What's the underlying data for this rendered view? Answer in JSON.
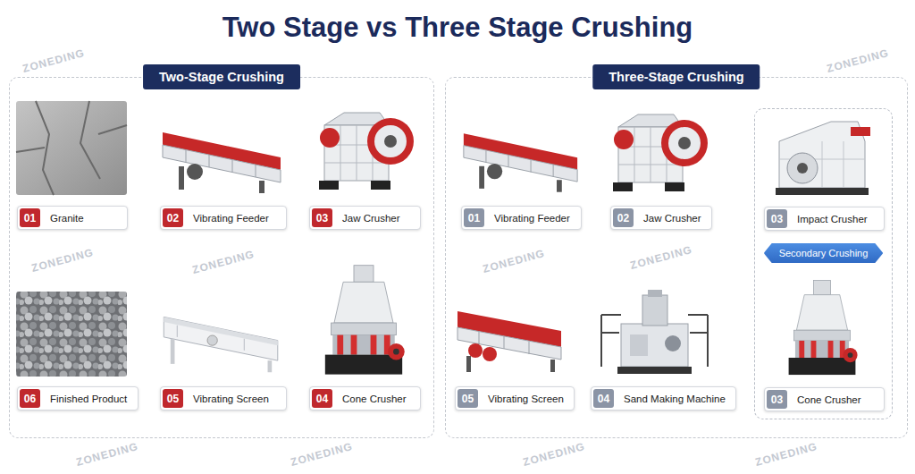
{
  "diagram": {
    "title": "Two Stage vs Three Stage Crushing",
    "nodes": [
      {
        "text": [
          "Two-Stage Crushing"
        ]
      },
      {
        "text": [
          "01",
          "Granite"
        ],
        "in": 0
      },
      {
        "text": [
          "02",
          "Vibrating Feeder"
        ],
        "in": 0
      },
      {
        "text": [
          "03",
          "Jaw Crusher"
        ],
        "in": 0
      },
      {
        "text": [
          "04",
          "Cone Crusher"
        ],
        "in": 0
      },
      {
        "text": [
          "05",
          "Vibrating Screen"
        ],
        "in": 0
      },
      {
        "text": [
          "06",
          "Finished Product"
        ],
        "in": 0
      },
      {
        "text": [
          "Three-Stage Crushing"
        ]
      },
      {
        "text": [
          "01",
          "Vibrating Feeder"
        ],
        "in": 7
      },
      {
        "text": [
          "02",
          "Jaw Crusher"
        ],
        "in": 7
      },
      {
        "text": [
          "Secondary Crushing"
        ],
        "in": 7
      },
      {
        "text": [
          "03",
          "Impact Crusher"
        ],
        "in": 10
      },
      {
        "text": [
          "03",
          "Cone Crusher"
        ],
        "in": 10
      },
      {
        "text": [
          "04",
          "Sand Making Machine"
        ],
        "in": 7
      },
      {
        "text": [
          "05",
          "Vibrating Screen"
        ],
        "in": 7
      }
    ],
    "edges": [
      {
        "from": 1,
        "to": 2,
        "arrow": "to"
      },
      {
        "from": 2,
        "to": 3,
        "arrow": "to"
      },
      {
        "from": 3,
        "to": 4,
        "arrow": "to"
      },
      {
        "from": 4,
        "to": 5,
        "arrow": "to"
      },
      {
        "from": 5,
        "to": 6,
        "arrow": "to"
      },
      {
        "from": 8,
        "to": 9,
        "arrow": "to"
      },
      {
        "from": 9,
        "to": 10,
        "arrow": "to"
      },
      {
        "from": 10,
        "to": 13,
        "arrow": "to"
      },
      {
        "from": 13,
        "to": 14,
        "arrow": "to"
      }
    ],
    "labels": [
      "ZONEDING",
      "ZONEDING",
      "ZONEDING",
      "ZONEDING",
      "ZONEDING",
      "ZONEDING",
      "ZONEDING",
      "ZONEDING",
      "ZONEDING",
      "ZONEDING"
    ]
  }
}
